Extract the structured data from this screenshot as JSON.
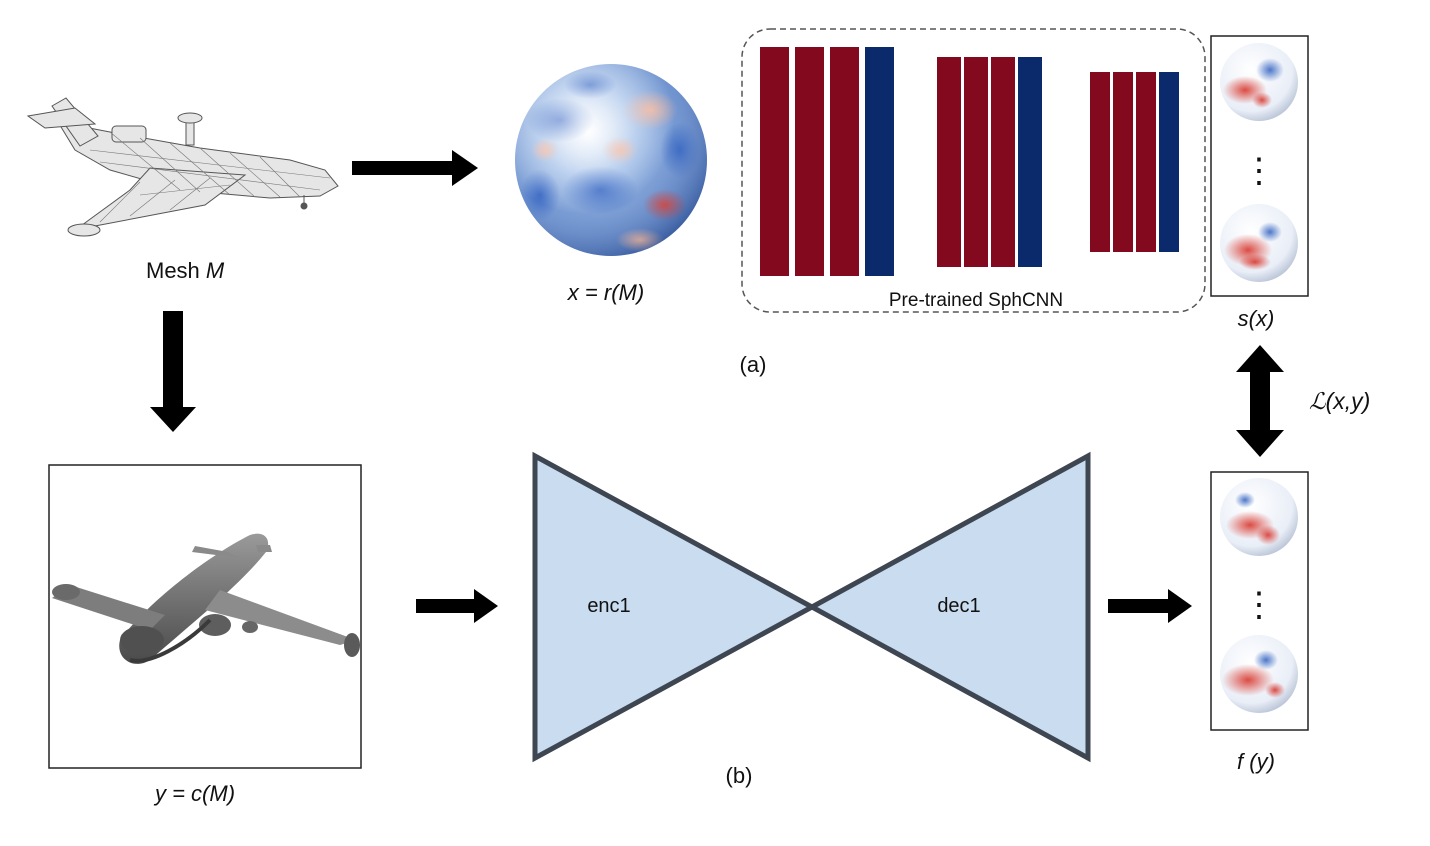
{
  "labels": {
    "mesh_text": "Mesh ",
    "mesh_var": "M",
    "x_eq": "x = r(M)",
    "y_eq": "y = c(M)",
    "sphcnn": "Pre-trained SphCNN",
    "sx": "s(x)",
    "fy": "f (y)",
    "loss": "ℒ(x,y)",
    "panel_a": "(a)",
    "panel_b": "(b)",
    "enc": "enc1",
    "dec": "dec1",
    "vdots": "⋮"
  },
  "colors": {
    "red_block": "#830a1e",
    "blue_block": "#0a2a6b",
    "bowtie_fill": "#c9dcf0",
    "bowtie_stroke": "#3e4652",
    "arrow": "#000000"
  },
  "icons": {
    "wireframe_airplane": "airplane-wireframe-icon",
    "rendered_airplane": "airplane-render-icon",
    "spherical_signal": "sphere-icon"
  }
}
